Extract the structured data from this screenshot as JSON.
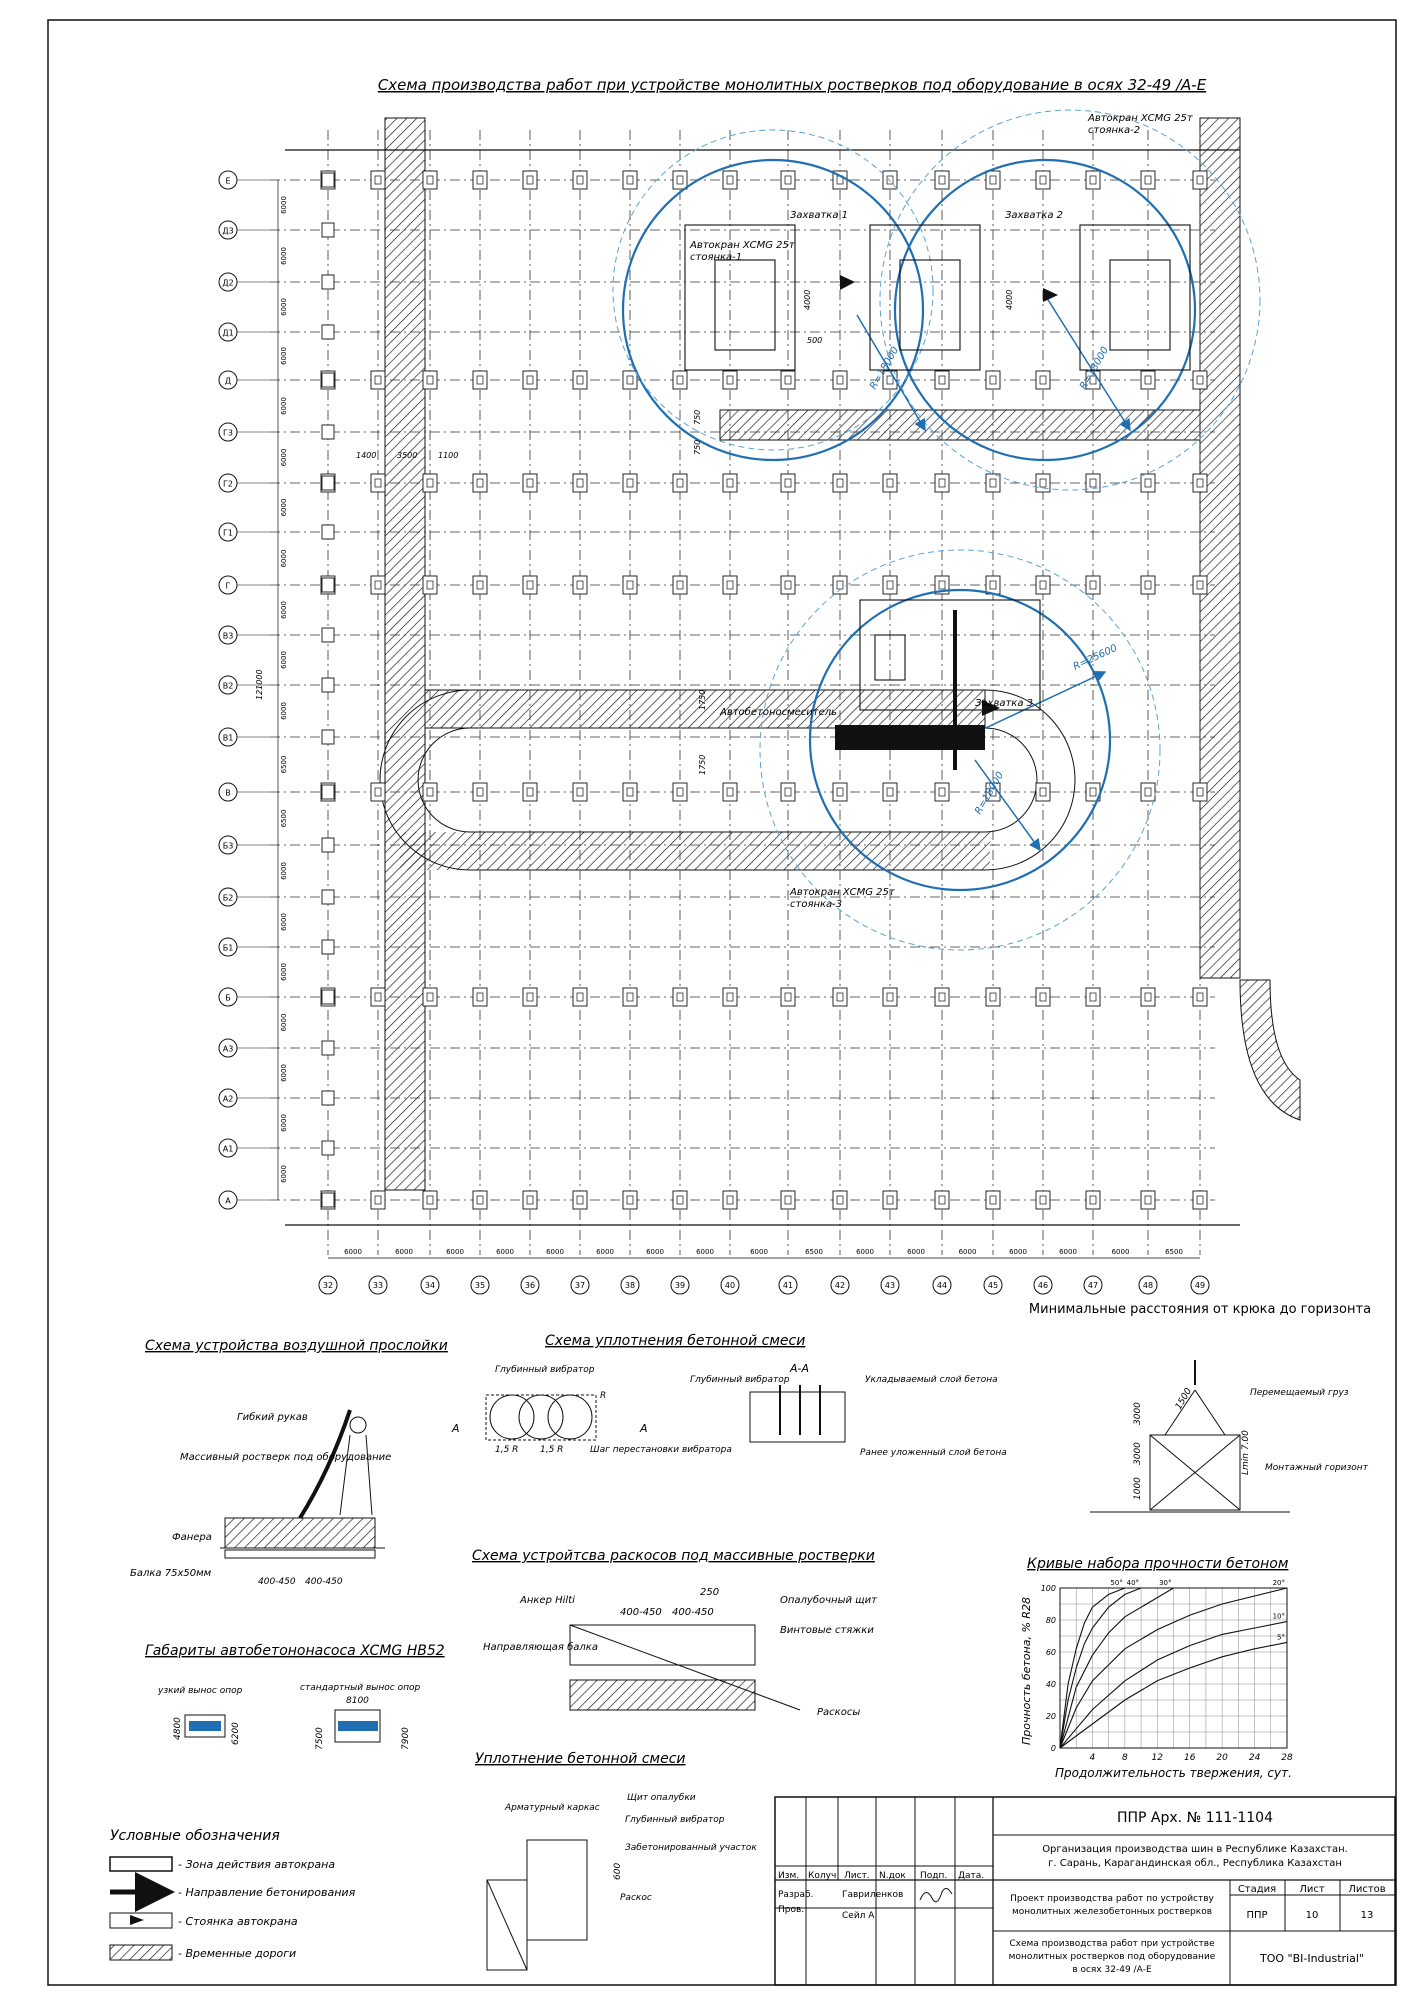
{
  "title": "Схема производства работ при устройстве монолитных ростверков под оборудование в осях 32-49 /А-Е",
  "row_axes": [
    "Е",
    "Д3",
    "Д2",
    "Д1",
    "Д",
    "Г3",
    "Г2",
    "Г1",
    "Г",
    "В3",
    "В2",
    "В1",
    "В",
    "Б3",
    "Б2",
    "Б1",
    "Б",
    "А3",
    "А2",
    "А1",
    "А"
  ],
  "col_axes": [
    "32",
    "33",
    "34",
    "35",
    "36",
    "37",
    "38",
    "39",
    "40",
    "41",
    "42",
    "43",
    "44",
    "45",
    "46",
    "47",
    "48",
    "49"
  ],
  "col_dims": [
    "6000",
    "6000",
    "6000",
    "6000",
    "6000",
    "6000",
    "6000",
    "6000",
    "6000",
    "6500",
    "6000",
    "6000",
    "6000",
    "6000",
    "6000",
    "6000",
    "6500"
  ],
  "row_dims": [
    "6000",
    "6000",
    "6000",
    "6000",
    "6000",
    "6000",
    "6000",
    "6000",
    "6000",
    "6000",
    "6000",
    "6500",
    "6500",
    "6000",
    "6000",
    "6000",
    "6000",
    "6000",
    "6000",
    "6000"
  ],
  "overall_dim": "121000",
  "labels": {
    "crane2": "Автокран XCMG 25т",
    "crane2_sub": "стоянка-2",
    "crane1": "Автокран XCMG 25т",
    "crane1_sub": "стоянка-1",
    "crane3": "Автокран XCMG 25т",
    "crane3_sub": "стоянка-3",
    "zone1": "Захватка 1",
    "zone2": "Захватка 2",
    "zone3": "Захватка 3",
    "mixer": "Автобетоносмеситель",
    "r1": "R=18000",
    "r2": "R=18000",
    "r3": "R=25600",
    "r4": "R=18000",
    "d4000a": "4000",
    "d4000b": "4000",
    "d500": "500",
    "d1400": "1400",
    "d3500": "3500",
    "d1100": "1100",
    "d750a": "750",
    "d750b": "750",
    "d1750a": "1750",
    "d1750b": "1750"
  },
  "air_layer": {
    "title": "Схема устройства воздушной прослойки",
    "hose": "Гибкий рукав",
    "grillage": "Массивный ростверк под оборудование",
    "plywood": "Фанера",
    "beam": "Балка 75х50мм",
    "d1": "400-450",
    "d2": "400-450"
  },
  "compaction": {
    "title": "Схема уплотнения бетонной смеси",
    "vibrator": "Глубинный вибратор",
    "step": "Шаг перестановки вибратора",
    "section": "А-А",
    "vibrator2": "Глубинный вибратор",
    "laid": "Укладываемый слой бетона",
    "prev": "Ранее уложенный слой бетона",
    "r15": "1,5 R",
    "r15b": "1,5 R",
    "rlbl": "R",
    "cut_a": "А",
    "cut_a2": "А"
  },
  "hook": {
    "title": "Минимальные расстояния от крюка до горизонта",
    "load": "Перемещаемый груз",
    "mount": "Монтажный горизонт",
    "d1": "3000",
    "d2": "3000",
    "d3": "1000",
    "d4": "1500",
    "lmin": "Lmin 7.00"
  },
  "braces": {
    "title": "Схема устройтсва раскосов под массивные ростверки",
    "anchor": "Анкер Hilti",
    "guide": "Направляющая балка",
    "shield": "Опалубочный щит",
    "screw": "Винтовые стяжки",
    "brace": "Раскосы",
    "d250": "250",
    "d1": "400-450",
    "d2": "400-450"
  },
  "pump": {
    "title": "Габариты автобетононасоса XCMG HB52",
    "narrow": "узкий вынос опор",
    "standard": "стандартный вынос опор",
    "d4800": "4800",
    "d6200": "6200",
    "d8100": "8100",
    "d7500": "7500",
    "d7900": "7900"
  },
  "compaction2": {
    "title": "Уплотнение бетонной смеси",
    "frame": "Арматурный каркас",
    "shield": "Щит опалубки",
    "vib": "Глубинный вибратор",
    "area": "Забетонированный участок",
    "brace": "Раскос",
    "d600": "600"
  },
  "legend": {
    "title": "Условные обозначения",
    "items": [
      "- Зона действия автокрана",
      "- Направление бетонирования",
      "- Стоянка автокрана",
      "- Временные дороги"
    ]
  },
  "chart_data": {
    "type": "line",
    "title": "Кривые набора прочности бетоном",
    "xlabel": "Продолжительность твержения, сут.",
    "ylabel": "Прочность бетона, % R28",
    "xlim": [
      0,
      28
    ],
    "ylim": [
      0,
      100
    ],
    "xticks": [
      "4",
      "8",
      "12",
      "16",
      "20",
      "24",
      "28"
    ],
    "yticks": [
      "0",
      "20",
      "40",
      "60",
      "80",
      "100"
    ],
    "series": [
      {
        "name": "50°",
        "x": [
          0,
          1,
          2,
          3,
          4,
          6,
          8
        ],
        "y": [
          0,
          40,
          62,
          78,
          88,
          96,
          100
        ]
      },
      {
        "name": "40°",
        "x": [
          0,
          1,
          2,
          3,
          4,
          6,
          8,
          10
        ],
        "y": [
          0,
          30,
          50,
          65,
          75,
          88,
          96,
          100
        ]
      },
      {
        "name": "30°",
        "x": [
          0,
          2,
          4,
          6,
          8,
          12,
          14
        ],
        "y": [
          0,
          38,
          58,
          72,
          82,
          94,
          100
        ]
      },
      {
        "name": "20°",
        "x": [
          0,
          2,
          4,
          8,
          12,
          16,
          20,
          28
        ],
        "y": [
          0,
          25,
          42,
          62,
          74,
          83,
          90,
          100
        ]
      },
      {
        "name": "10°",
        "x": [
          0,
          2,
          4,
          8,
          12,
          16,
          20,
          24,
          28
        ],
        "y": [
          0,
          12,
          24,
          42,
          55,
          64,
          71,
          75,
          79
        ]
      },
      {
        "name": "5°",
        "x": [
          0,
          4,
          8,
          12,
          16,
          20,
          24,
          28
        ],
        "y": [
          0,
          15,
          30,
          42,
          50,
          57,
          62,
          66
        ]
      }
    ]
  },
  "stamp": {
    "code": "ППР Арх. № 111-1104",
    "org1": "Организация производства шин в Республике Казахстан.",
    "org2": "г. Сарань, Карагандинская обл., Республика Казахстан",
    "h_izm": "Изм.",
    "h_koluch": "Колуч",
    "h_list": "Лист.",
    "h_ndok": "N.док",
    "h_podp": "Подп.",
    "h_data": "Дата.",
    "razrab": "Разраб.",
    "razrab_name": "Гавриленков",
    "prov": "Пров.",
    "prov_name": "Сейл А.",
    "project1": "Проект производства работ по устройству",
    "project2": "монолитных железобетонных ростверков",
    "stage_h": "Стадия",
    "sheet_h": "Лист",
    "sheets_h": "Листов",
    "stage": "ППР",
    "sheet": "10",
    "sheets": "13",
    "scheme1": "Схема производства работ при устройстве",
    "scheme2": "монолитных ростверков под оборудование",
    "scheme3": "в осях 32-49 /А-Е",
    "company": "ТОО \"BI-Industrial\""
  },
  "colors": {
    "blue": "#1f6fb2",
    "lightblue": "#5aa3d6",
    "ink": "#111111"
  }
}
